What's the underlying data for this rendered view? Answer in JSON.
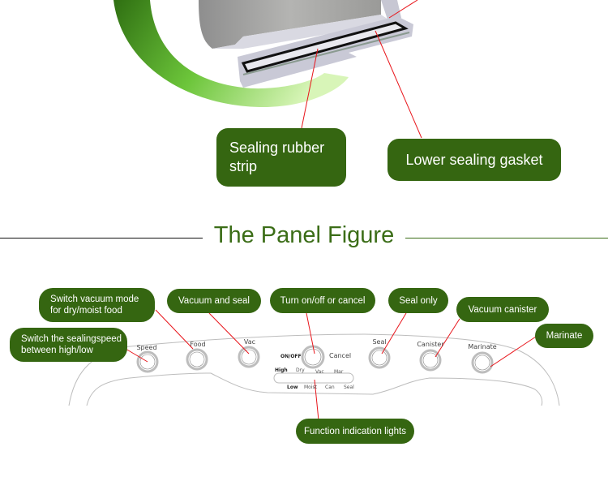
{
  "top_callouts": {
    "sealing_rubber_strip": "Sealing rubber strip",
    "lower_sealing_gasket": "Lower sealing gasket"
  },
  "section_title": "The Panel Figure",
  "panel": {
    "knobs": {
      "speed": "Speed",
      "food": "Food",
      "vac": "Vac",
      "onoff": "ON/OFF",
      "cancel": "Cancel",
      "seal": "Seal",
      "canister": "Canister",
      "marinate": "Marinate"
    },
    "indicator_top": [
      "High",
      "Dry",
      "Vac",
      "Mar"
    ],
    "indicator_bottom": [
      "Low",
      "Moist",
      "Can",
      "Seal"
    ]
  },
  "callouts": {
    "switch_vacuum_mode": "Switch vacuum mode for dry/moist food",
    "switch_sealing_speed": "Switch the sealingspeed between high/low",
    "vacuum_and_seal": "Vacuum and seal",
    "turn_onoff_cancel": "Turn on/off or cancel",
    "seal_only": "Seal only",
    "vacuum_canister": "Vacuum canister",
    "marinate": "Marinate",
    "function_lights": "Function indication lights"
  },
  "colors": {
    "callout_green": "#356611",
    "title_green": "#3b6d17",
    "leader_red": "#e8151b"
  }
}
